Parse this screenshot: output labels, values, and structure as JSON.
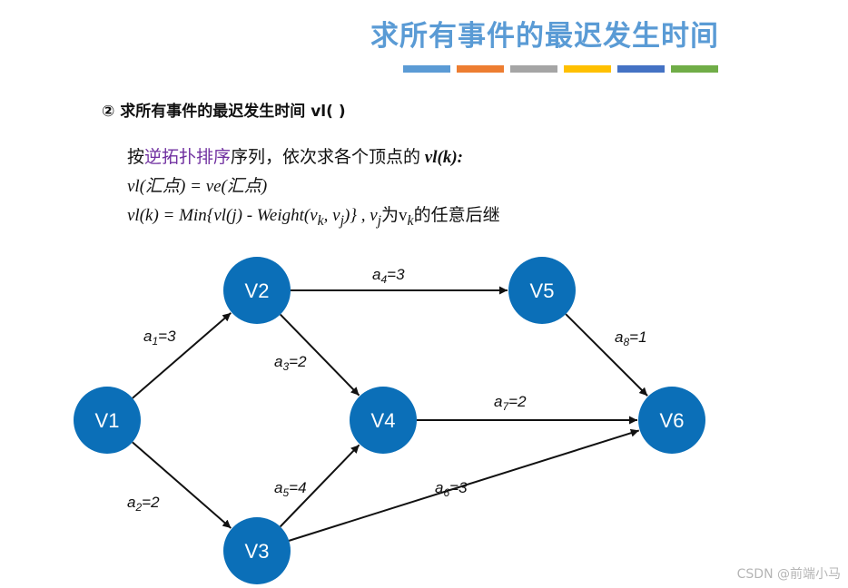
{
  "header": {
    "title": "求所有事件的最迟发生时间",
    "bar_colors": [
      "#5b9bd5",
      "#ed7d31",
      "#a5a5a5",
      "#ffc000",
      "#4472c4",
      "#70ad47"
    ]
  },
  "section": {
    "heading": "② 求所有事件的最迟发生时间 vl( )"
  },
  "text": {
    "line1_prefix": "按",
    "line1_highlight": "逆拓扑排序",
    "line1_suffix": "序列，依次求各个顶点的 ",
    "line1_formula": "vl(k):",
    "line2": "vl(汇点) = ve(汇点)",
    "line3_a": "vl(k) = Min{vl(j) - Weight(v",
    "line3_sub_k": "k",
    "line3_b": ", v",
    "line3_sub_j": "j",
    "line3_c": ")} , v",
    "line3_sub_j2": "j",
    "line3_d": "为v",
    "line3_sub_k2": "k",
    "line3_e": "的任意后继"
  },
  "diagram": {
    "node_color": "#0b6fb8",
    "nodes": [
      {
        "id": "V1",
        "label": "V1"
      },
      {
        "id": "V2",
        "label": "V2"
      },
      {
        "id": "V3",
        "label": "V3"
      },
      {
        "id": "V4",
        "label": "V4"
      },
      {
        "id": "V5",
        "label": "V5"
      },
      {
        "id": "V6",
        "label": "V6"
      }
    ],
    "edges": [
      {
        "id": "a1",
        "from": "V1",
        "to": "V2",
        "base": "a",
        "sub": "1",
        "weight": "=3"
      },
      {
        "id": "a2",
        "from": "V1",
        "to": "V3",
        "base": "a",
        "sub": "2",
        "weight": "=2"
      },
      {
        "id": "a3",
        "from": "V2",
        "to": "V4",
        "base": "a",
        "sub": "3",
        "weight": "=2"
      },
      {
        "id": "a4",
        "from": "V2",
        "to": "V5",
        "base": "a",
        "sub": "4",
        "weight": "=3"
      },
      {
        "id": "a5",
        "from": "V3",
        "to": "V4",
        "base": "a",
        "sub": "5",
        "weight": "=4"
      },
      {
        "id": "a6",
        "from": "V3",
        "to": "V6",
        "base": "a",
        "sub": "6",
        "weight": "=3"
      },
      {
        "id": "a7",
        "from": "V4",
        "to": "V6",
        "base": "a",
        "sub": "7",
        "weight": "=2"
      },
      {
        "id": "a8",
        "from": "V5",
        "to": "V6",
        "base": "a",
        "sub": "8",
        "weight": "=1"
      }
    ]
  },
  "watermark": "CSDN @前端小马"
}
